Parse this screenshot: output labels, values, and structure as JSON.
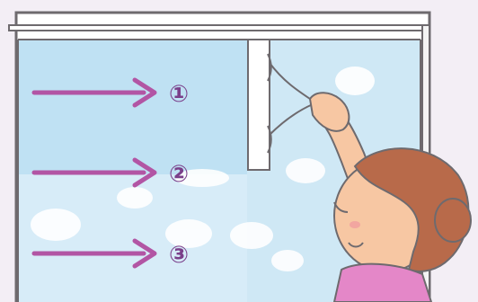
{
  "labels": [
    {
      "text": "①"
    },
    {
      "text": "②"
    },
    {
      "text": "③"
    }
  ],
  "colors": {
    "background": "#f3eef5",
    "frame": "#ffffff",
    "frame_line": "#6e6a6e",
    "glass_upper": "#cfe8f5",
    "glass_lower": "#d7ecf8",
    "arrow": "#b255a4",
    "label": "#7a3f8a",
    "skin": "#f7c7a3",
    "hair": "#b86a4a",
    "shirt": "#e487c8"
  },
  "icons": [
    "arrow-right-icon",
    "cleaning-wiper-icon"
  ]
}
